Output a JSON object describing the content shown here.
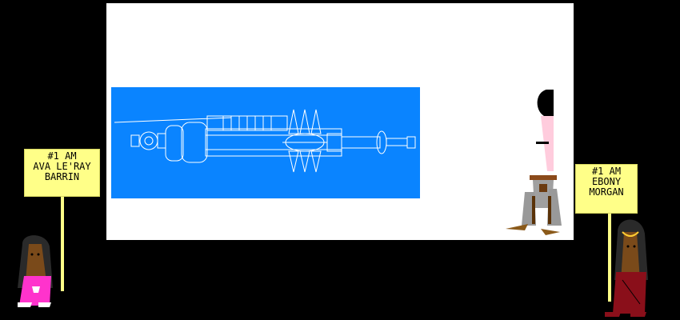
{
  "signs": {
    "left": {
      "lines": [
        "#1 AM",
        "AVA LE'RAY",
        "BARRIN"
      ]
    },
    "right": {
      "lines": [
        "#1 AM",
        "EBONY",
        "MORGAN"
      ]
    }
  },
  "colors": {
    "background": "#000000",
    "screen": "#ffffff",
    "blueprint": "#0a84ff",
    "blueprint_lines": "#ffffff",
    "sign": "#ffff88",
    "left_figure_dress": "#ff33cc",
    "right_figure_dress": "#8a0f1a"
  }
}
